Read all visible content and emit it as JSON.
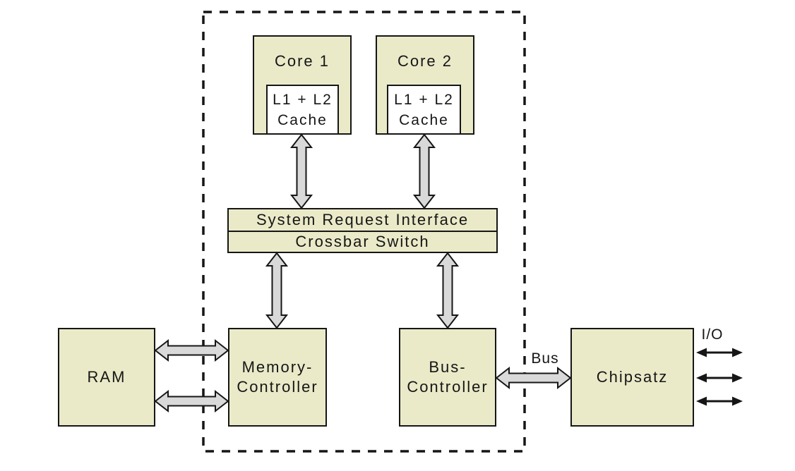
{
  "colors": {
    "background": "#ffffff",
    "box_fill": "#eaeac9",
    "cache_fill": "#ffffff",
    "box_border": "#161616",
    "arrow_fill": "#d9d9d9",
    "arrow_stroke": "#161616",
    "io_arrow": "#161616",
    "text_color": "#161616"
  },
  "nodes": {
    "core1": {
      "label": "Core 1"
    },
    "core2": {
      "label": "Core 2"
    },
    "cache1": {
      "line1": "L1 + L2",
      "line2": "Cache"
    },
    "cache2": {
      "line1": "L1 + L2",
      "line2": "Cache"
    },
    "sri": {
      "label": "System Request Interface"
    },
    "crossbar": {
      "label": "Crossbar Switch"
    },
    "ram": {
      "label": "RAM"
    },
    "memory_controller": {
      "line1": "Memory-",
      "line2": "Controller"
    },
    "bus_controller": {
      "line1": "Bus-",
      "line2": "Controller"
    },
    "chipsatz": {
      "label": "Chipsatz"
    }
  },
  "labels": {
    "bus": "Bus",
    "io": "I/O"
  }
}
